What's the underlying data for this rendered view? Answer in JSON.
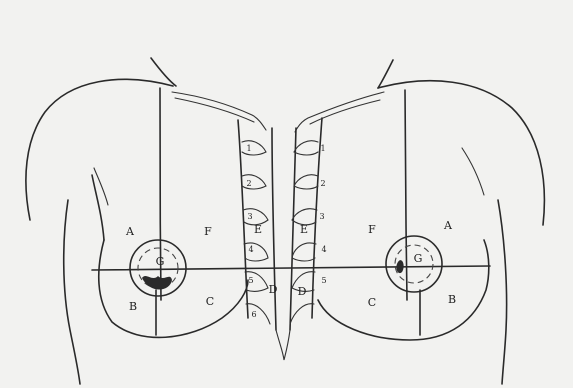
{
  "colors": {
    "paper": "#f2f2f0",
    "ink": "#2a2a2a"
  },
  "regions": {
    "left": {
      "a": "A",
      "b": "B",
      "c": "C",
      "d": "D",
      "e": "E",
      "f": "F",
      "g": "G"
    },
    "right": {
      "a": "A",
      "b": "B",
      "c": "C",
      "d": "D",
      "e": "E",
      "f": "F",
      "g": "G"
    }
  },
  "ribs": {
    "left": [
      "1",
      "2",
      "3",
      "4",
      "5",
      "6"
    ],
    "right": [
      "1",
      "2",
      "3",
      "4",
      "5"
    ]
  }
}
